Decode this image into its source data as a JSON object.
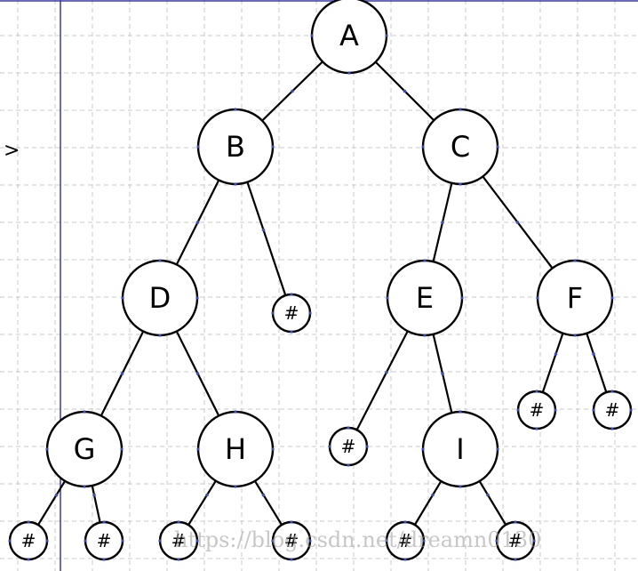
{
  "diagram": {
    "nodes": [
      {
        "id": "A",
        "label": "A",
        "kind": "node"
      },
      {
        "id": "B",
        "label": "B",
        "kind": "node"
      },
      {
        "id": "C",
        "label": "C",
        "kind": "node"
      },
      {
        "id": "D",
        "label": "D",
        "kind": "node"
      },
      {
        "id": "nB",
        "label": "#",
        "kind": "null"
      },
      {
        "id": "E",
        "label": "E",
        "kind": "node"
      },
      {
        "id": "F",
        "label": "F",
        "kind": "node"
      },
      {
        "id": "G",
        "label": "G",
        "kind": "node"
      },
      {
        "id": "H",
        "label": "H",
        "kind": "node"
      },
      {
        "id": "nE",
        "label": "#",
        "kind": "null"
      },
      {
        "id": "I",
        "label": "I",
        "kind": "node"
      },
      {
        "id": "nF1",
        "label": "#",
        "kind": "null"
      },
      {
        "id": "nF2",
        "label": "#",
        "kind": "null"
      },
      {
        "id": "nG1",
        "label": "#",
        "kind": "null"
      },
      {
        "id": "nG2",
        "label": "#",
        "kind": "null"
      },
      {
        "id": "nH1",
        "label": "#",
        "kind": "null"
      },
      {
        "id": "nH2",
        "label": "#",
        "kind": "null"
      },
      {
        "id": "nI1",
        "label": "#",
        "kind": "null"
      },
      {
        "id": "nI2",
        "label": "#",
        "kind": "null"
      }
    ],
    "edges": [
      [
        "A",
        "B"
      ],
      [
        "A",
        "C"
      ],
      [
        "B",
        "D"
      ],
      [
        "B",
        "nB"
      ],
      [
        "C",
        "E"
      ],
      [
        "C",
        "F"
      ],
      [
        "D",
        "G"
      ],
      [
        "D",
        "H"
      ],
      [
        "E",
        "nE"
      ],
      [
        "E",
        "I"
      ],
      [
        "F",
        "nF1"
      ],
      [
        "F",
        "nF2"
      ],
      [
        "G",
        "nG1"
      ],
      [
        "G",
        "nG2"
      ],
      [
        "H",
        "nH1"
      ],
      [
        "H",
        "nH2"
      ],
      [
        "I",
        "nI1"
      ],
      [
        "I",
        "nI2"
      ]
    ],
    "side_mark": ">",
    "watermark": "https://blog.csdn.net/dreamn0130"
  },
  "colors": {
    "grid": "#c9c9c9",
    "guide": "#3a3aa8",
    "anchor": "#3b4cc0",
    "stroke": "#000000"
  }
}
